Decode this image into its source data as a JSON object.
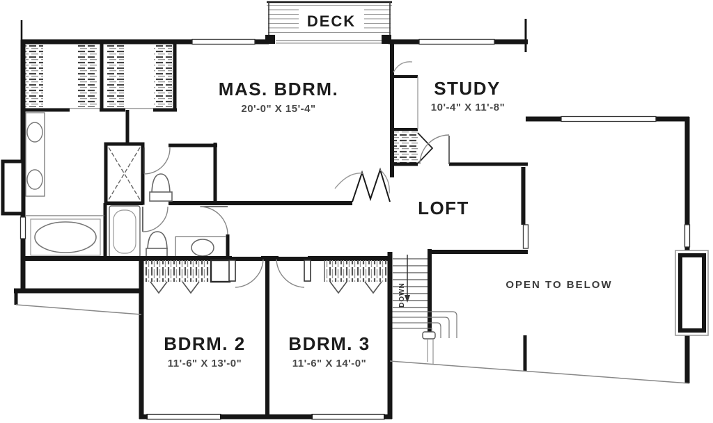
{
  "rooms": {
    "deck": {
      "label": "DECK"
    },
    "master_bedroom": {
      "label": "MAS. BDRM.",
      "dimensions": "20'-0\" X 15'-4\""
    },
    "study": {
      "label": "STUDY",
      "dimensions": "10'-4\" X 11'-8\""
    },
    "loft": {
      "label": "LOFT"
    },
    "open_to_below": {
      "label": "OPEN TO BELOW"
    },
    "bedroom_2": {
      "label": "BDRM. 2",
      "dimensions": "11'-6\" X 13'-0\""
    },
    "bedroom_3": {
      "label": "BDRM. 3",
      "dimensions": "11'-6\" X 14'-0\""
    },
    "stairs": {
      "label": "DOWN"
    }
  },
  "colors": {
    "wall": "#161616",
    "fixture": "#777777",
    "hatch_dark": "#444444",
    "hatch_light": "#999999",
    "background": "#ffffff"
  }
}
